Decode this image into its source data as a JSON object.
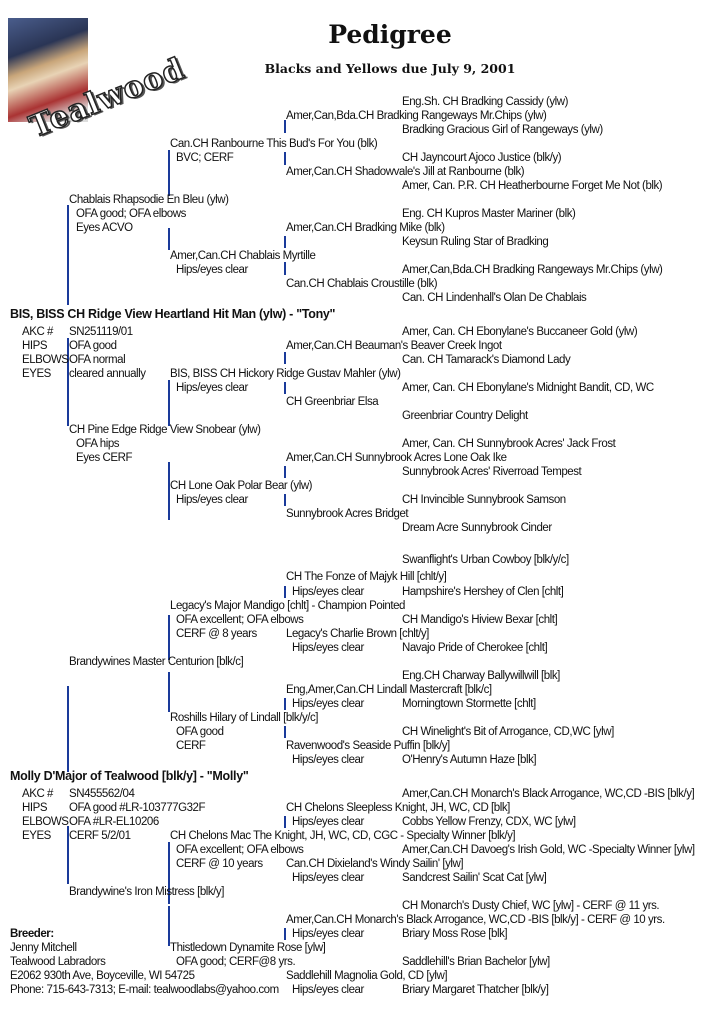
{
  "header": {
    "title": "Pedigree",
    "subtitle": "Blacks and Yellows due July 9, 2001",
    "logo_text": "Tealwood"
  },
  "labels": {
    "akc": "AKC #",
    "hips": "HIPS",
    "elbows": "ELBOWS",
    "eyes": "EYES"
  },
  "sire": {
    "name": "BIS, BISS CH Ridge View Heartland Hit Man (ylw) - \"Tony\"",
    "akc": "SN251119/01",
    "hips": "OFA good",
    "elbows": "OFA normal",
    "eyes": "cleared annually",
    "lines": [
      "Eng.Sh. CH Bradking Cassidy (ylw)",
      "Amer,Can,Bda.CH Bradking Rangeways Mr.Chips (ylw)",
      "Bradking Gracious Girl of Rangeways (ylw)",
      "Can.CH Ranbourne This Bud's For You (blk)",
      "BVC; CERF",
      "CH Jayncourt Ajoco Justice (blk/y)",
      "Amer,Can.CH Shadowvale's Jill at Ranbourne (blk)",
      "Amer, Can. P.R. CH Heatherbourne Forget Me Not (blk)",
      "Chablais Rhapsodie En Bleu (ylw)",
      "OFA good; OFA elbows",
      "Eng. CH Kupros Master Mariner (blk)",
      "Eyes ACVO",
      "Amer,Can.CH Bradking Mike (blk)",
      "Keysun Ruling Star of Bradking",
      "Amer,Can.CH Chablais Myrtille",
      "Hips/eyes clear",
      "Amer,Can,Bda.CH Bradking Rangeways Mr.Chips (ylw)",
      "Can.CH Chablais Croustille (blk)",
      "Can. CH Lindenhall's Olan De Chablais",
      "Amer, Can. CH Ebonylane's Buccaneer Gold (ylw)",
      "Amer,Can.CH Beauman's Beaver Creek Ingot",
      "Can. CH Tamarack's Diamond Lady",
      "BIS, BISS CH Hickory Ridge Gustav Mahler (ylw)",
      "Hips/eyes clear",
      "Amer, Can. CH Ebonylane's Midnight Bandit, CD, WC",
      "CH Greenbriar Elsa",
      "Greenbriar Country Delight",
      "CH Pine Edge Ridge View Snobear (ylw)",
      "OFA hips",
      "Amer, Can. CH Sunnybrook Acres' Jack Frost",
      "Eyes CERF",
      "Amer,Can.CH Sunnybrook Acres Lone Oak Ike",
      "Sunnybrook Acres' Riverroad Tempest",
      "CH Lone Oak Polar Bear (ylw)",
      "Hips/eyes clear",
      "CH Invincible Sunnybrook Samson",
      "Sunnybrook Acres Bridget",
      "Dream Acre Sunnybrook Cinder"
    ]
  },
  "dam": {
    "name": "Molly D'Major of Tealwood [blk/y] - \"Molly\"",
    "akc": "SN455562/04",
    "hips": "OFA good #LR-103777G32F",
    "elbows": "OFA #LR-EL10206",
    "eyes": "CERF 5/2/01",
    "lines": [
      "Swanflight's Urban Cowboy [blk/y/c]",
      "CH The Fonze of Majyk Hill [chlt/y]",
      "Hips/eyes clear",
      "Hampshire's Hershey of Clen [chlt]",
      "Legacy's Major Mandigo [chlt] - Champion Pointed",
      "OFA excellent; OFA elbows",
      "CH Mandigo's Hiview Bexar [chlt]",
      "CERF @ 8 years",
      "Legacy's Charlie Brown [chlt/y]",
      "Hips/eyes clear",
      "Navajo Pride of Cherokee [chlt]",
      "Brandywines Master Centurion [blk/c]",
      "Eng.CH Charway Ballywillwill [blk]",
      "Eng,Amer,Can.CH Lindall Mastercraft [blk/c]",
      "Hips/eyes clear",
      "Morningtown Stormette [chlt]",
      "Roshills Hilary of Lindall [blk/y/c]",
      "OFA good",
      "CH Winelight's Bit of Arrogance, CD,WC [ylw]",
      "CERF",
      "Ravenwood's Seaside Puffin [blk/y]",
      "Hips/eyes clear",
      "O'Henry's Autumn Haze [blk]",
      "Amer,Can.CH Monarch's Black Arrogance, WC,CD -BIS [blk/y]",
      "CH Chelons Sleepless Knight, JH, WC, CD [blk]",
      "Hips/eyes clear",
      "Cobbs Yellow Frenzy, CDX, WC [ylw]",
      "CH Chelons Mac The Knight, JH, WC, CD, CGC - Specialty Winner [blk/y]",
      "OFA excellent; OFA elbows",
      "Amer,Can.CH Davoeg's Irish Gold, WC -Specialty Winner [ylw]",
      "CERF @ 10 years",
      "Can.CH Dixieland's Windy Sailin' [ylw]",
      "Hips/eyes clear",
      "Sandcrest Sailin' Scat Cat [ylw]",
      "Brandywine's Iron Mistress [blk/y]",
      "CH Monarch's Dusty Chief, WC [ylw] - CERF @ 11 yrs.",
      "Amer,Can.CH Monarch's Black Arrogance, WC,CD -BIS [blk/y] - CERF @ 10 yrs.",
      "Hips/eyes clear",
      "Briary Moss Rose [blk]",
      "Thistledown Dynamite Rose [ylw]",
      "OFA good; CERF@8 yrs.",
      "Saddlehill's Brian Bachelor [ylw]",
      "Saddlehill Magnolia Gold, CD [ylw]",
      "Hips/eyes clear",
      "Briary Margaret Thatcher [blk/y]"
    ]
  },
  "breeder": {
    "label": "Breeder:",
    "name": "Jenny Mitchell",
    "kennel": "Tealwood Labradors",
    "address": "E2062 930th Ave, Boyceville, WI 54725",
    "contact": "Phone: 715-643-7313; E-mail: tealwoodlabs@yahoo.com"
  },
  "colors": {
    "bracket": "#1a3a9a"
  }
}
